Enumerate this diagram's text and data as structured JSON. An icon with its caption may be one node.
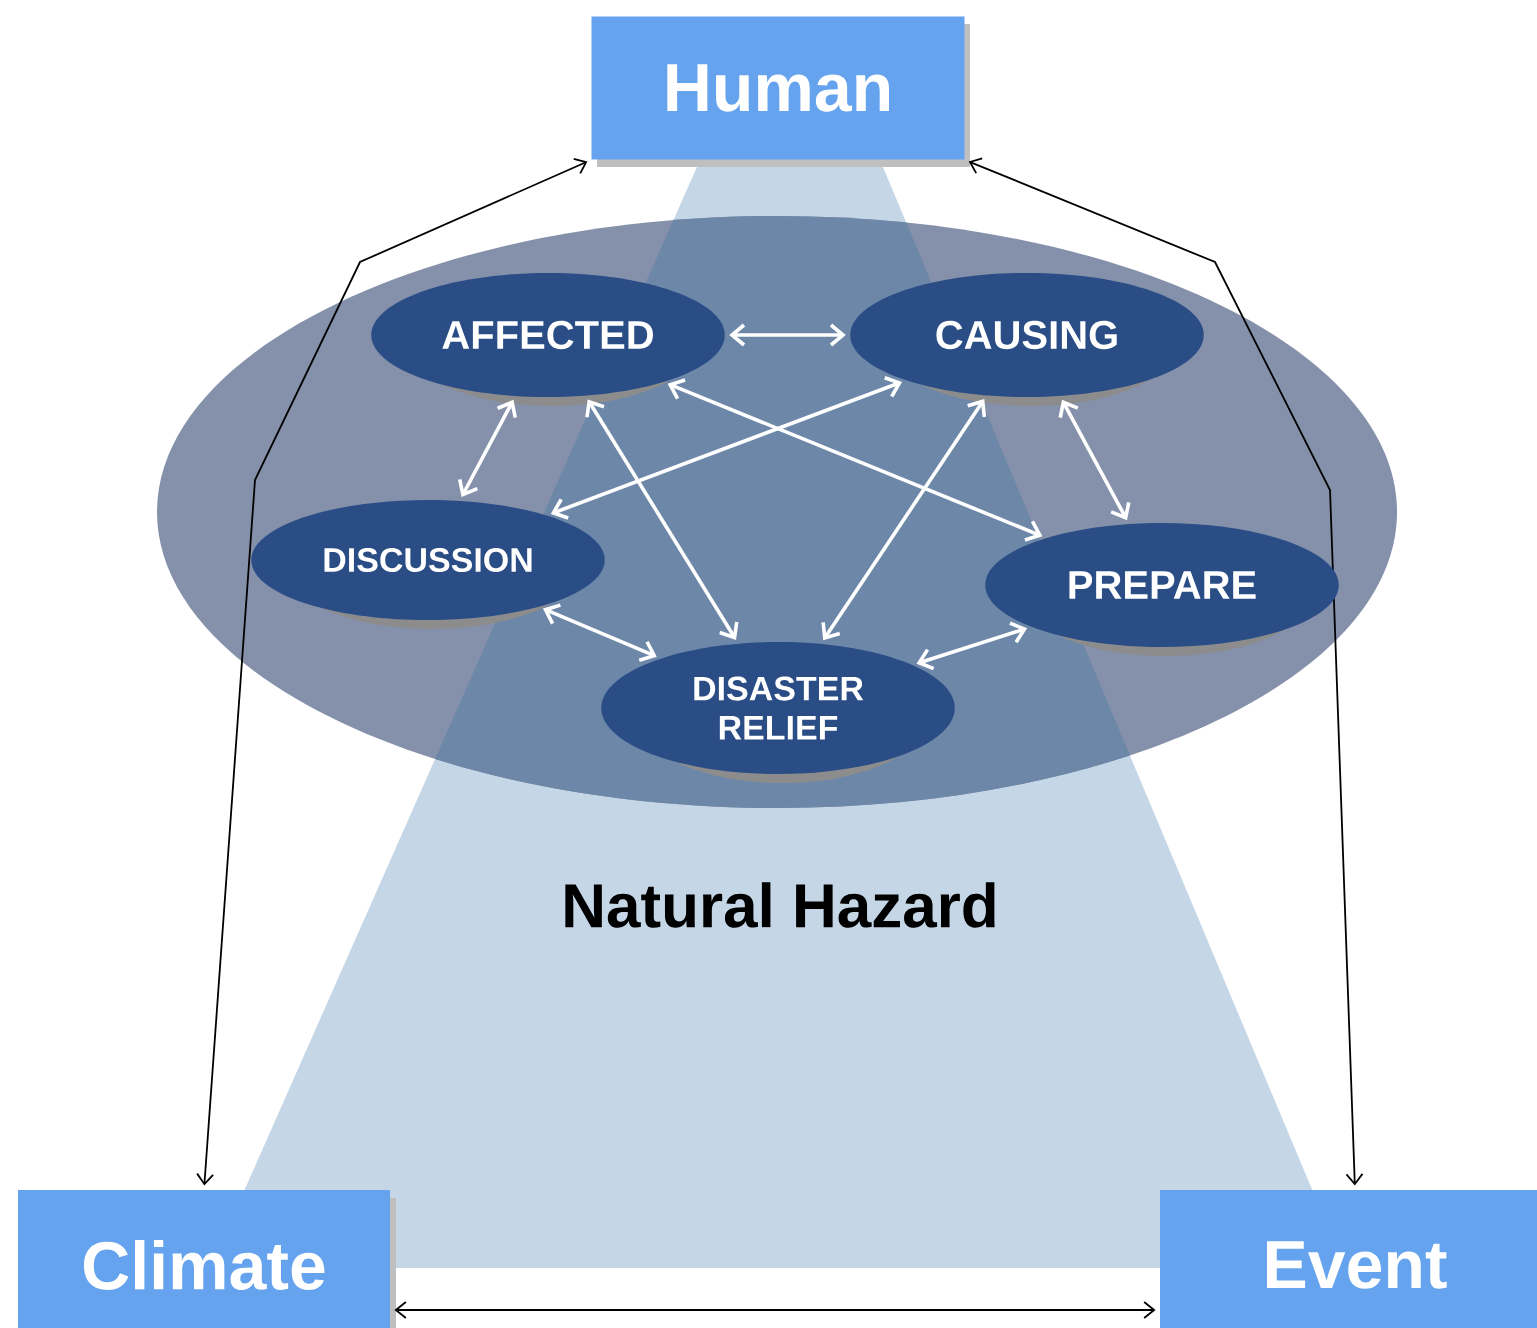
{
  "diagram": {
    "nodes": [
      {
        "text": [
          "Human"
        ]
      },
      {
        "text": [],
        "shape": "ellipse"
      },
      {
        "text": [
          "AFFECTED"
        ],
        "in": 1
      },
      {
        "text": [
          "CAUSING"
        ],
        "in": 1
      },
      {
        "text": [
          "DISCUSSION"
        ],
        "in": 1
      },
      {
        "text": [
          "PREPARE"
        ],
        "in": 1
      },
      {
        "text": [
          "DISASTER RELIEF"
        ],
        "in": 1
      },
      {
        "text": [
          "Climate"
        ]
      },
      {
        "text": [
          "Event"
        ]
      }
    ],
    "edges": [
      {
        "from": 0,
        "to": 7,
        "arrow": "both",
        "color": "#000000"
      },
      {
        "from": 0,
        "to": 8,
        "arrow": "both",
        "color": "#000000"
      },
      {
        "from": 7,
        "to": 8,
        "arrow": "both",
        "color": "#000000"
      },
      {
        "from": 2,
        "to": 3,
        "arrow": "both"
      },
      {
        "from": 2,
        "to": 4,
        "arrow": "both"
      },
      {
        "from": 2,
        "to": 6,
        "arrow": "both"
      },
      {
        "from": 2,
        "to": 5,
        "arrow": "both"
      },
      {
        "from": 3,
        "to": 4,
        "arrow": "both"
      },
      {
        "from": 3,
        "to": 6,
        "arrow": "both"
      },
      {
        "from": 3,
        "to": 5,
        "arrow": "both"
      },
      {
        "from": 4,
        "to": 6,
        "arrow": "both"
      },
      {
        "from": 6,
        "to": 5,
        "arrow": "both"
      }
    ],
    "labels": [
      "Natural Hazard"
    ]
  }
}
